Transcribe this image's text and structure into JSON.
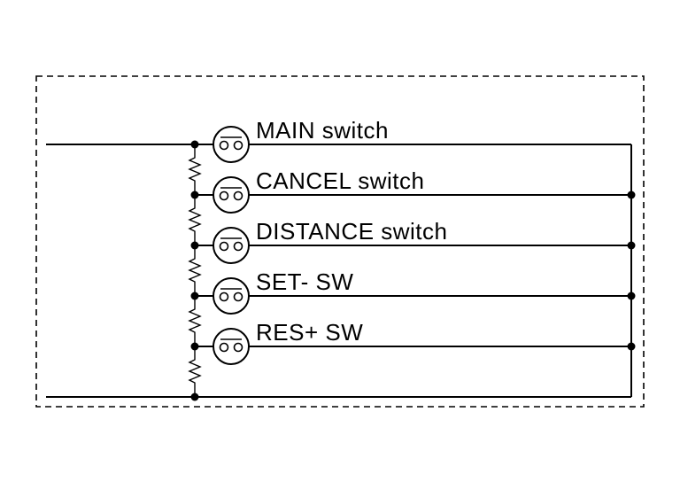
{
  "switches": [
    {
      "label": "MAIN switch"
    },
    {
      "label": "CANCEL switch"
    },
    {
      "label": "DISTANCE switch"
    },
    {
      "label": "SET- SW"
    },
    {
      "label": "RES+ SW"
    }
  ],
  "colors": {
    "line": "#000000",
    "background": "#ffffff"
  }
}
